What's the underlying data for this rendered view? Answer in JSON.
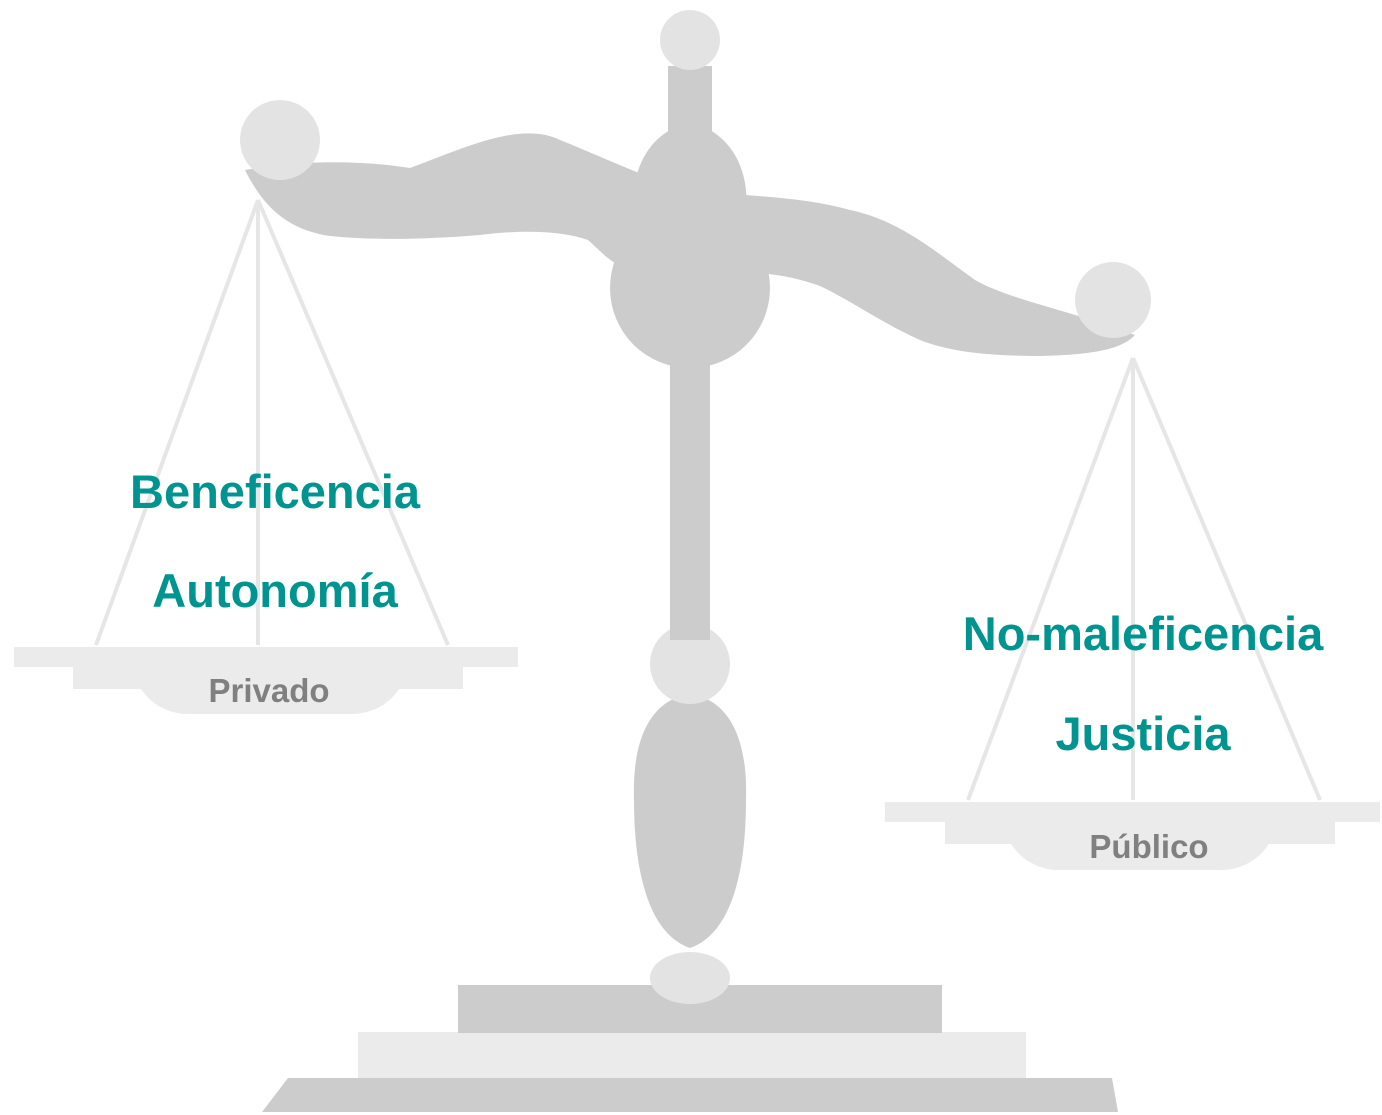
{
  "colors": {
    "principle_text": "#009490",
    "domain_text": "#808080",
    "beam_gray": "#cccccc",
    "pan_gray": "#ebebeb",
    "knob_gray": "#e3e3e3",
    "string_gray": "#e6e6e6"
  },
  "left_pan": {
    "principles": [
      "Beneficencia",
      "Autonomía"
    ],
    "domain_label": "Privado"
  },
  "right_pan": {
    "principles": [
      "No-maleficencia",
      "Justicia"
    ],
    "domain_label": "Público"
  },
  "icon": "balance-scale-icon"
}
